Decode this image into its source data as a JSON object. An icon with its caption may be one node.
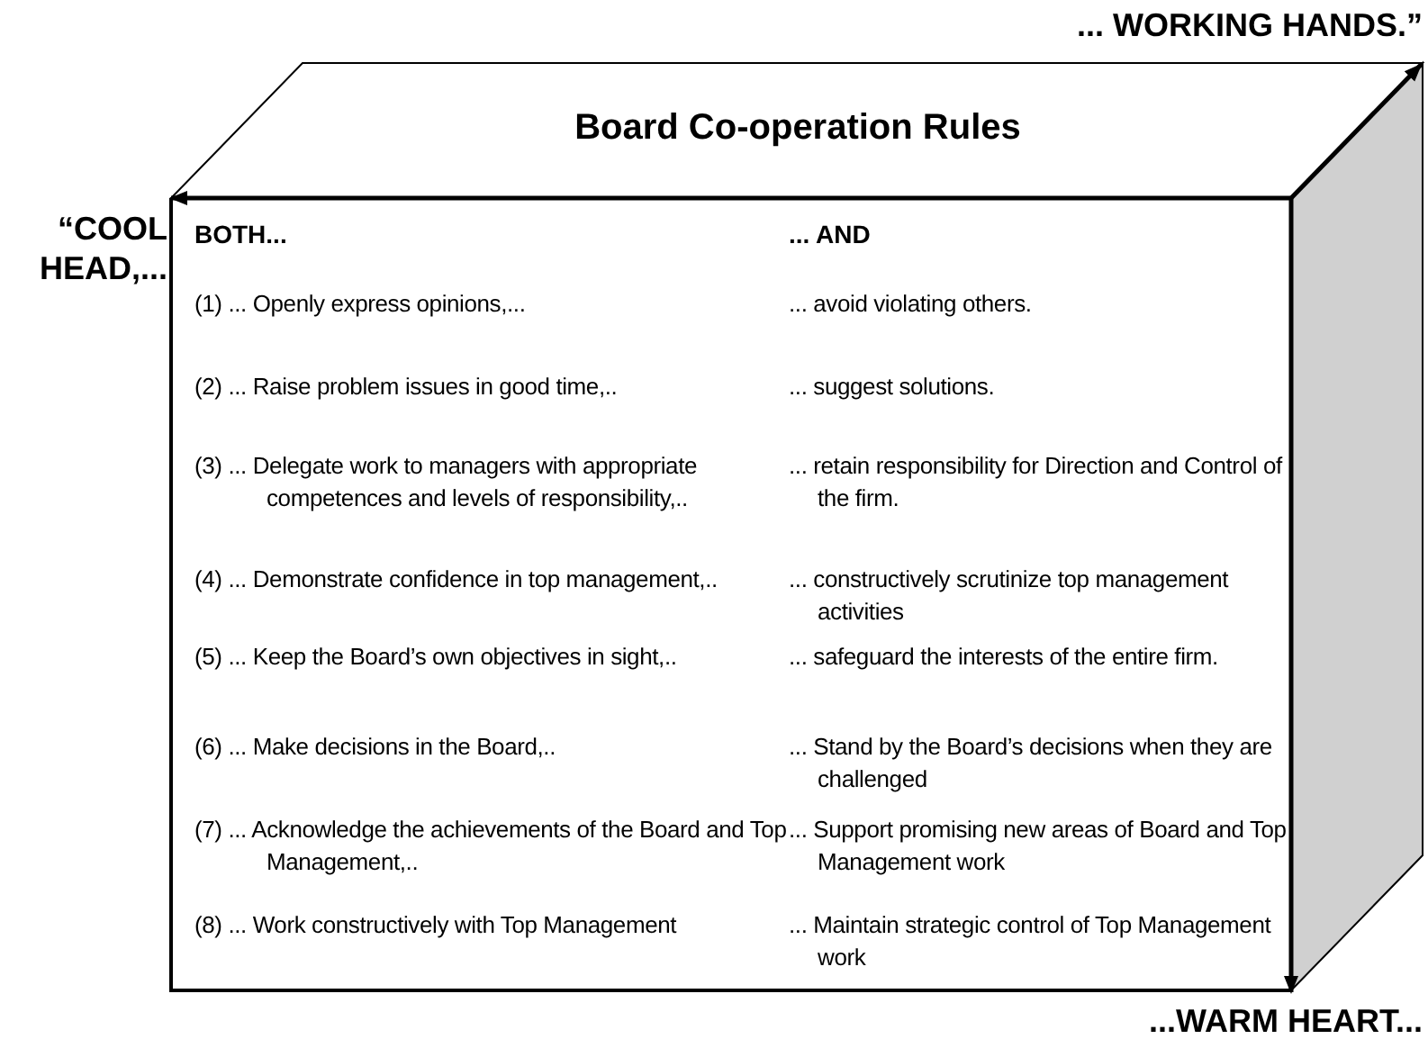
{
  "diagram": {
    "title": "Board Co-operation Rules",
    "nodes": [
      {
        "text": [
          "“COOL HEAD,..."
        ]
      },
      {
        "text": [
          "... WORKING HANDS.”"
        ]
      },
      {
        "text": [
          "...WARM HEART..."
        ]
      },
      {
        "text": [],
        "shape": "box"
      }
    ],
    "edges": [
      {
        "from": 3,
        "to": 0,
        "arrow": "to"
      },
      {
        "from": 3,
        "to": 1,
        "arrow": "to"
      },
      {
        "from": 3,
        "to": 2,
        "arrow": "to"
      }
    ],
    "labels": [
      "BOTH...",
      "... AND",
      "(1) ... Openly express opinions,...",
      "... avoid violating others.",
      "(2) ... Raise problem issues in good time,..",
      "... suggest solutions.",
      "(3) ... Delegate work to managers with appropriate competences and levels of responsibility,..",
      "... retain responsibility for Direction and Control of the firm.",
      "(4) ... Demonstrate confidence in top management,..",
      "... constructively scrutinize top management activities",
      "(5) ... Keep the Board’s own objectives in sight,..",
      "... safeguard the interests of the entire firm.",
      "(6) ... Make decisions in the Board,..",
      "... Stand by the Board’s decisions when they are challenged",
      "(7) ... Acknowledge the achievements of the Board and Top Management,..",
      "... Support promising new areas of Board and Top Management work",
      "(8) ... Work constructively with Top Management",
      "... Maintain strategic control of Top Management work"
    ]
  }
}
